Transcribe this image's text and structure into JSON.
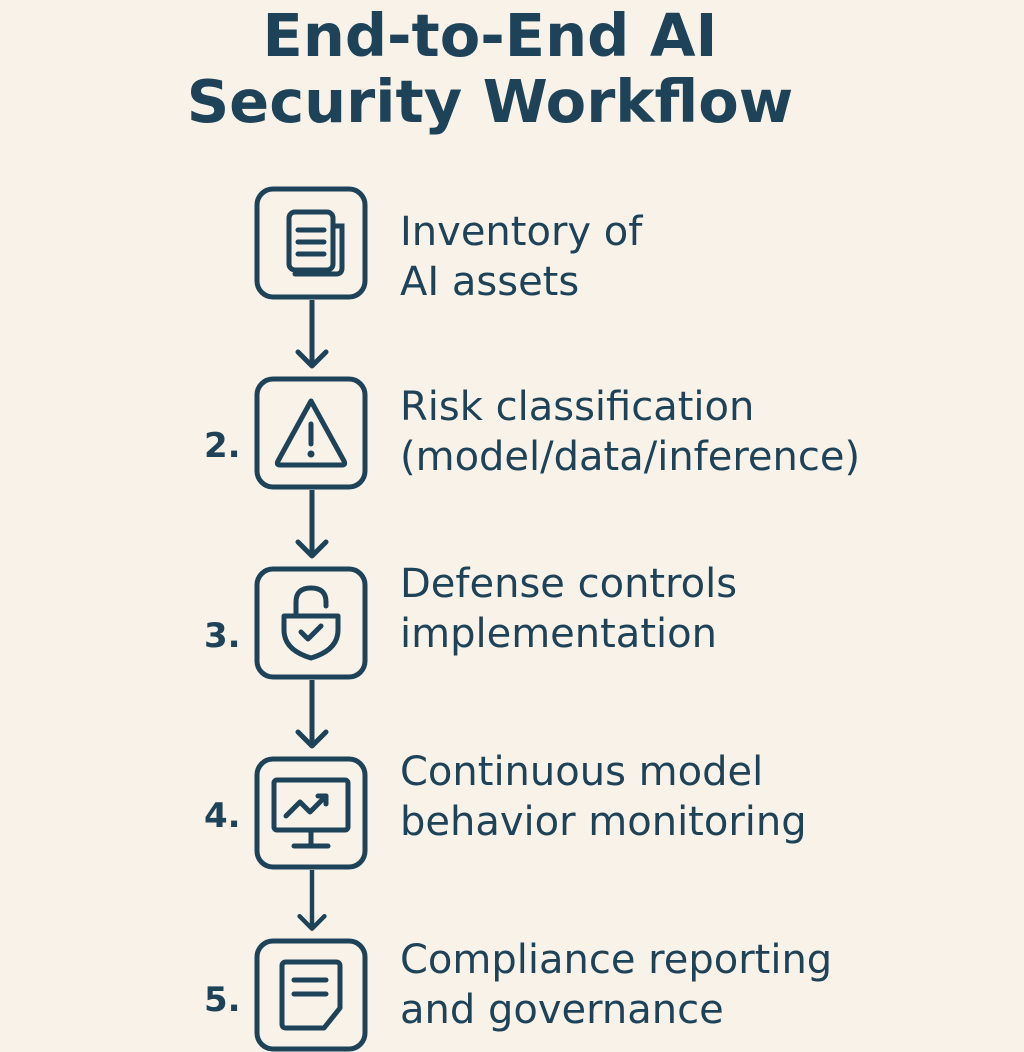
{
  "title": {
    "line1": "End-to-End AI",
    "line2": "Security Workflow"
  },
  "steps": [
    {
      "number": "",
      "line1": "Inventory of",
      "line2": "AI assets",
      "icon": "document-icon"
    },
    {
      "number": "2.",
      "line1": "Risk classification",
      "line2": "(model/data/inference)",
      "icon": "warning-triangle-icon"
    },
    {
      "number": "3.",
      "line1": "Defense controls",
      "line2": "implementation",
      "icon": "lock-shield-icon"
    },
    {
      "number": "4.",
      "line1": "Continuous model",
      "line2": "behavior monitoring",
      "icon": "monitor-chart-icon"
    },
    {
      "number": "5.",
      "line1": "Compliance reporting",
      "line2": "and governance",
      "icon": "report-document-icon"
    }
  ],
  "colors": {
    "background": "#f8f2e9",
    "ink": "#1e4258"
  }
}
